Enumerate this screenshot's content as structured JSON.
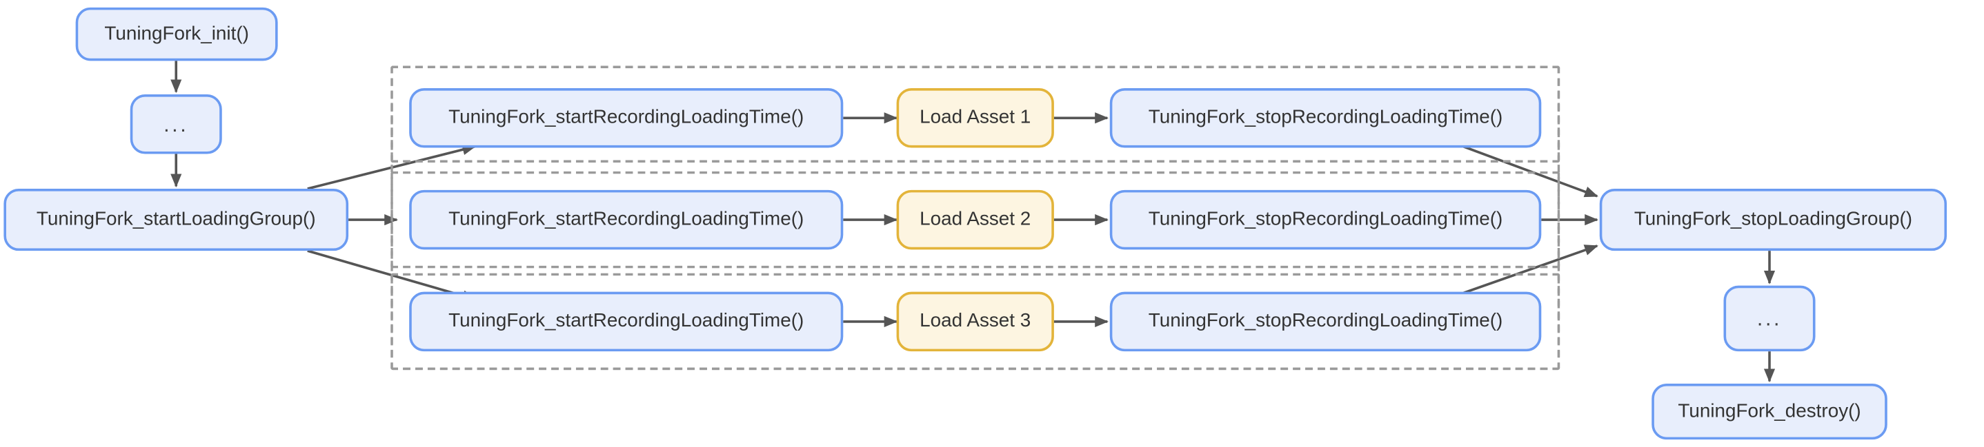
{
  "diagram": {
    "type": "flowchart",
    "direction": "left-to-right",
    "title": "Tuning Fork loading group instrumentation flow",
    "palette": {
      "node_fill": "#e8eefc",
      "node_stroke": "#6b9bf2",
      "asset_fill": "#fdf5e1",
      "asset_stroke": "#e3b43a",
      "edge_stroke": "#555555",
      "subgraph_stroke": "#9a9a9a",
      "text": "#333333",
      "background": "#ffffff"
    },
    "nodes": [
      {
        "id": "init",
        "label": "TuningFork_init()",
        "shape": "rounded",
        "kind": "api"
      },
      {
        "id": "ellipsis_top",
        "label": "...",
        "shape": "rounded",
        "kind": "ellipsis"
      },
      {
        "id": "startGroup",
        "label": "TuningFork_startLoadingGroup()",
        "shape": "rounded",
        "kind": "api"
      },
      {
        "id": "start1",
        "label": "TuningFork_startRecordingLoadingTime()",
        "shape": "rounded",
        "kind": "api"
      },
      {
        "id": "asset1",
        "label": "Load Asset 1",
        "shape": "rounded",
        "kind": "asset"
      },
      {
        "id": "stop1",
        "label": "TuningFork_stopRecordingLoadingTime()",
        "shape": "rounded",
        "kind": "api"
      },
      {
        "id": "start2",
        "label": "TuningFork_startRecordingLoadingTime()",
        "shape": "rounded",
        "kind": "api"
      },
      {
        "id": "asset2",
        "label": "Load Asset 2",
        "shape": "rounded",
        "kind": "asset"
      },
      {
        "id": "stop2",
        "label": "TuningFork_stopRecordingLoadingTime()",
        "shape": "rounded",
        "kind": "api"
      },
      {
        "id": "start3",
        "label": "TuningFork_startRecordingLoadingTime()",
        "shape": "rounded",
        "kind": "api"
      },
      {
        "id": "asset3",
        "label": "Load Asset 3",
        "shape": "rounded",
        "kind": "asset"
      },
      {
        "id": "stop3",
        "label": "TuningFork_stopRecordingLoadingTime()",
        "shape": "rounded",
        "kind": "api"
      },
      {
        "id": "stopGroup",
        "label": "TuningFork_stopLoadingGroup()",
        "shape": "rounded",
        "kind": "api"
      },
      {
        "id": "ellipsis_bot",
        "label": "...",
        "shape": "rounded",
        "kind": "ellipsis"
      },
      {
        "id": "destroy",
        "label": "TuningFork_destroy()",
        "shape": "rounded",
        "kind": "api"
      }
    ],
    "subgraphs": [
      {
        "id": "outer",
        "label": "",
        "contains": [
          "row1",
          "row2",
          "row3"
        ]
      },
      {
        "id": "row1",
        "label": "",
        "contains": [
          "start1",
          "asset1",
          "stop1"
        ]
      },
      {
        "id": "row2",
        "label": "",
        "contains": [
          "start2",
          "asset2",
          "stop2"
        ]
      },
      {
        "id": "row3",
        "label": "",
        "contains": [
          "start3",
          "asset3",
          "stop3"
        ]
      }
    ],
    "edges": [
      {
        "from": "init",
        "to": "ellipsis_top",
        "label": ""
      },
      {
        "from": "ellipsis_top",
        "to": "startGroup",
        "label": ""
      },
      {
        "from": "startGroup",
        "to": "start1",
        "label": ""
      },
      {
        "from": "startGroup",
        "to": "start2",
        "label": ""
      },
      {
        "from": "startGroup",
        "to": "start3",
        "label": ""
      },
      {
        "from": "start1",
        "to": "asset1",
        "label": ""
      },
      {
        "from": "asset1",
        "to": "stop1",
        "label": ""
      },
      {
        "from": "start2",
        "to": "asset2",
        "label": ""
      },
      {
        "from": "asset2",
        "to": "stop2",
        "label": ""
      },
      {
        "from": "start3",
        "to": "asset3",
        "label": ""
      },
      {
        "from": "asset3",
        "to": "stop3",
        "label": ""
      },
      {
        "from": "stop1",
        "to": "stopGroup",
        "label": ""
      },
      {
        "from": "stop2",
        "to": "stopGroup",
        "label": ""
      },
      {
        "from": "stop3",
        "to": "stopGroup",
        "label": ""
      },
      {
        "from": "stopGroup",
        "to": "ellipsis_bot",
        "label": ""
      },
      {
        "from": "ellipsis_bot",
        "to": "destroy",
        "label": ""
      }
    ]
  }
}
